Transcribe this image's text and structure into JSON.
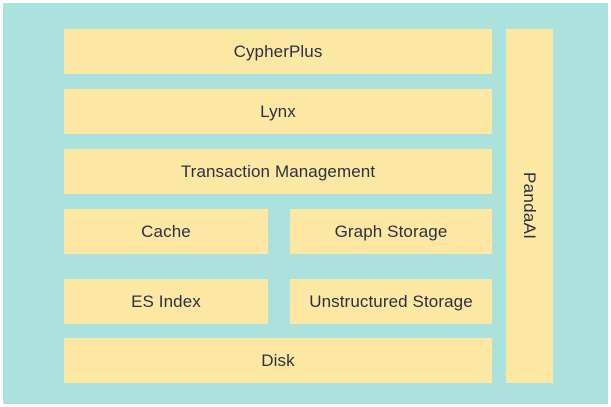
{
  "diagram": {
    "type": "layered-architecture-stack",
    "background_color": "#ace2de",
    "block_color": "#fde8a3",
    "text_color": "#2b3044",
    "border_color": "#fdfefe",
    "rows": [
      {
        "id": "row-1",
        "layout": "full",
        "blocks": [
          {
            "label": "CypherPlus"
          }
        ]
      },
      {
        "id": "row-2",
        "layout": "full",
        "blocks": [
          {
            "label": "Lynx"
          }
        ]
      },
      {
        "id": "row-3",
        "layout": "full",
        "blocks": [
          {
            "label": "Transaction Management"
          }
        ]
      },
      {
        "id": "row-4",
        "layout": "split",
        "blocks": [
          {
            "label": "Cache"
          },
          {
            "label": "Graph Storage"
          }
        ]
      },
      {
        "id": "row-5",
        "layout": "split",
        "blocks": [
          {
            "label": "ES Index"
          },
          {
            "label": "Unstructured Storage"
          }
        ]
      },
      {
        "id": "row-6",
        "layout": "full",
        "blocks": [
          {
            "label": "Disk"
          }
        ]
      }
    ],
    "side_panel": {
      "label": "PandaAI",
      "orientation": "vertical"
    }
  }
}
